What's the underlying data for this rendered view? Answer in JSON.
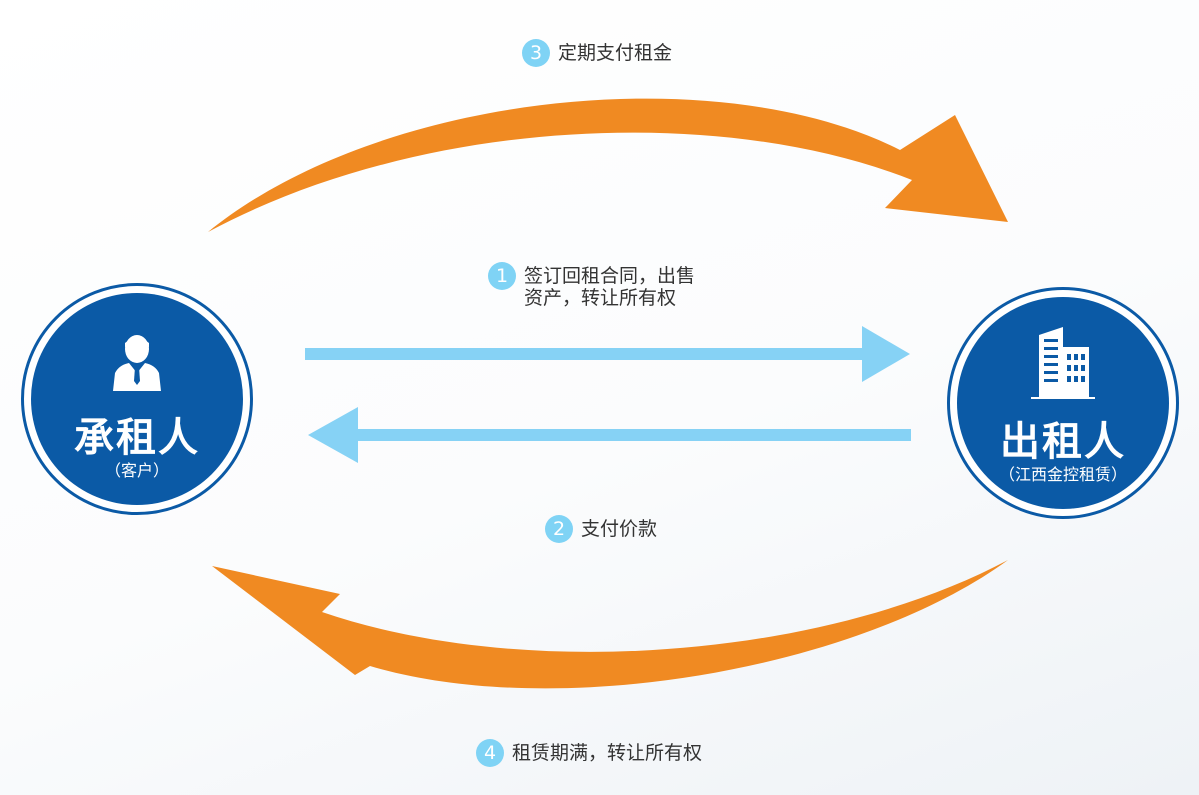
{
  "steps": [
    {
      "num": "3",
      "lines": [
        "定期支付租金"
      ]
    },
    {
      "num": "1",
      "lines": [
        "签订回租合同，出售",
        "资产，转让所有权"
      ]
    },
    {
      "num": "2",
      "lines": [
        "支付价款"
      ]
    },
    {
      "num": "4",
      "lines": [
        "租赁期满，转让所有权"
      ]
    }
  ],
  "lessee": {
    "title": "承租人",
    "subtitle": "（客户）",
    "icon": "person-icon"
  },
  "lessor": {
    "title": "出租人",
    "subtitle": "（江西金控租赁）",
    "icon": "building-icon"
  },
  "colors": {
    "primary_blue": "#0b5aa6",
    "flow_light_blue": "#86d2f5",
    "arc_orange": "#f08a22",
    "step_badge": "#7fd3f5"
  }
}
